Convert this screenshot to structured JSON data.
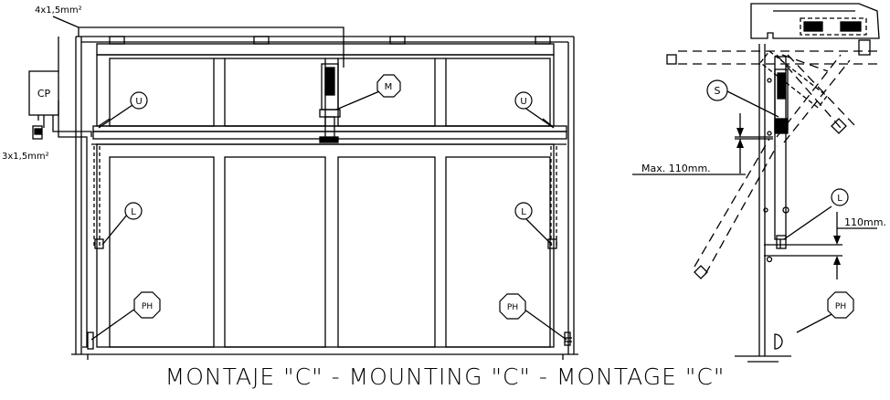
{
  "labels": {
    "cable_top": "4x1,5mm²",
    "cable_bottom": "3x1,5mm²",
    "control_panel": "CP",
    "motor": "M",
    "upper_arm": "U",
    "lower_arm": "L",
    "photocell": "PH",
    "s_marker": "S",
    "max_dim": "Max. 110mm.",
    "dim_110": "110mm."
  },
  "caption": "MONTAJE \"C\" - MOUNTING \"C\" - MONTAGE \"C\""
}
